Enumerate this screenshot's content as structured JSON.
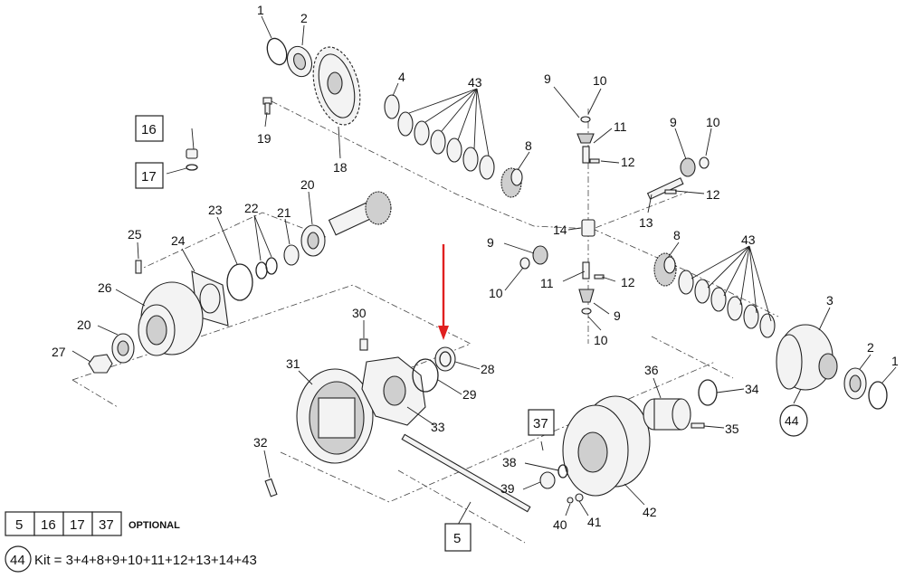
{
  "callouts": {
    "c1a": "1",
    "c2a": "2",
    "c19": "19",
    "c4": "4",
    "c43a": "43",
    "c18": "18",
    "c9a": "9",
    "c10a": "10",
    "c11a": "11",
    "c12a": "12",
    "c8a": "8",
    "c9b": "9",
    "c10b": "10",
    "c12b": "12",
    "c13": "13",
    "c14": "14",
    "c23": "23",
    "c22": "22",
    "c21": "21",
    "c20a": "20",
    "c25": "25",
    "c24": "24",
    "c26": "26",
    "c20b": "20",
    "c27": "27",
    "c9c": "9",
    "c10c": "10",
    "c11b": "11",
    "c12c": "12",
    "c9d": "9",
    "c10d": "10",
    "c8b": "8",
    "c43b": "43",
    "c3": "3",
    "c2b": "2",
    "c1b": "1",
    "c30": "30",
    "c31": "31",
    "c28": "28",
    "c29": "29",
    "c33": "33",
    "c32": "32",
    "c36": "36",
    "c34": "34",
    "c35": "35",
    "c38": "38",
    "c39": "39",
    "c40": "40",
    "c41": "41",
    "c42": "42",
    "c44": "44"
  },
  "boxed": {
    "b16": "16",
    "b17": "17",
    "b37": "37",
    "b5": "5"
  },
  "legend": {
    "optional_items": [
      "5",
      "16",
      "17",
      "37"
    ],
    "optional_label": "OPTIONAL",
    "kit_number": "44",
    "kit_text": "Kit = 3+4+8+9+10+11+12+13+14+43"
  },
  "colors": {
    "arrow": "#e02020",
    "line": "#222222"
  }
}
